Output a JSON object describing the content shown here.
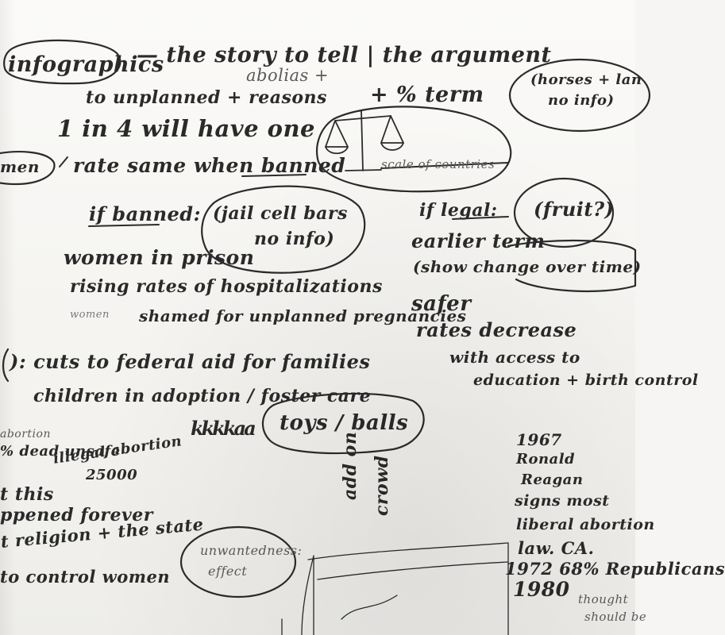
{
  "sketch": {
    "title_bubble": "infographics",
    "line_title_rest": "— the story to tell | the argument",
    "ast_above": "abolias +",
    "to_unplanned": "to unplanned + reasons",
    "pct_term": "+ % term",
    "horses_bubble": [
      "(horses + lan",
      "no info)"
    ],
    "one_in_four": "1 in 4 will have one",
    "women_bubble": "men",
    "rate_same": "rate same when banned",
    "scale_bubble": "scale of countries",
    "if_banned": "if banned:",
    "jail_bubble": [
      "(jail cell bars",
      "no info)"
    ],
    "if_legal": "if legal:",
    "fruit_bubble": "(fruit?)",
    "women_prison": "women in prison",
    "earlier_term": "earlier term",
    "show_change": "(show change over time)",
    "rising_rates": "rising rates of hospitalizations",
    "safer": "safer",
    "women_shamed_small": "women",
    "shamed": "shamed for unplanned pregnancies",
    "rates_decrease": "rates decrease",
    "with_access": "with access to",
    "education": "education + birth control",
    "cuts": "): cuts to federal aid for families",
    "children": "children in adoption / foster care",
    "scribble": "kkkkaa",
    "toys_bubble": "toys / balls",
    "abortion_small": "abortion",
    "pct_dead": "% dead unsafe",
    "illegal_abortion": "illegal abortion",
    "num_25000": "25000",
    "add_on": "add on",
    "crowd": "crowd",
    "year_1967": "1967",
    "ronald": "Ronald",
    "reagan": "Reagan",
    "signs_most": "signs most",
    "liberal_abortion": "liberal abortion",
    "law_ca": "law. CA.",
    "year_1972": "1972 68% Republicans",
    "year_1980": "1980",
    "thought": "thought",
    "should_be": "should be",
    "this_line": "t this",
    "happened": "ppened forever",
    "religion": "t religion + the state",
    "control": "to control women",
    "unwanted_bubble": [
      "unwantedness:",
      "effect"
    ]
  }
}
